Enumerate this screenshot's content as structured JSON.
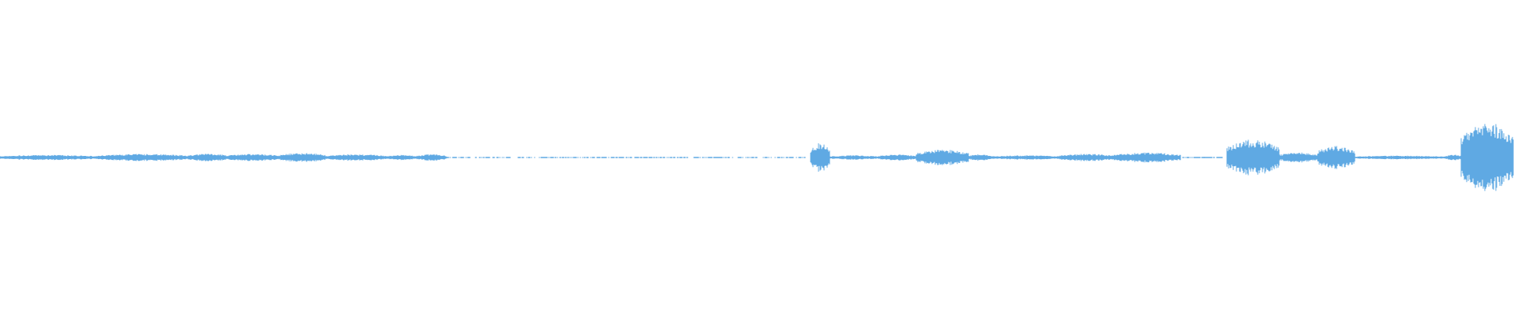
{
  "waveform": {
    "color": "#5fa9e3",
    "background": "#ffffff",
    "segments": [
      {
        "start": 0.0,
        "end": 0.065,
        "level": 0.07
      },
      {
        "start": 0.065,
        "end": 0.125,
        "level": 0.1
      },
      {
        "start": 0.125,
        "end": 0.15,
        "level": 0.11
      },
      {
        "start": 0.15,
        "end": 0.185,
        "level": 0.1
      },
      {
        "start": 0.185,
        "end": 0.215,
        "level": 0.13
      },
      {
        "start": 0.215,
        "end": 0.255,
        "level": 0.09
      },
      {
        "start": 0.255,
        "end": 0.275,
        "level": 0.07
      },
      {
        "start": 0.275,
        "end": 0.295,
        "level": 0.09
      },
      {
        "start": 0.295,
        "end": 0.535,
        "level": 0.015
      },
      {
        "start": 0.535,
        "end": 0.548,
        "level": 0.4
      },
      {
        "start": 0.548,
        "end": 0.58,
        "level": 0.06
      },
      {
        "start": 0.58,
        "end": 0.605,
        "level": 0.08
      },
      {
        "start": 0.605,
        "end": 0.64,
        "level": 0.22
      },
      {
        "start": 0.64,
        "end": 0.655,
        "level": 0.09
      },
      {
        "start": 0.655,
        "end": 0.7,
        "level": 0.06
      },
      {
        "start": 0.7,
        "end": 0.735,
        "level": 0.1
      },
      {
        "start": 0.735,
        "end": 0.78,
        "level": 0.14
      },
      {
        "start": 0.78,
        "end": 0.81,
        "level": 0.02
      },
      {
        "start": 0.81,
        "end": 0.845,
        "level": 0.5
      },
      {
        "start": 0.845,
        "end": 0.87,
        "level": 0.14
      },
      {
        "start": 0.87,
        "end": 0.895,
        "level": 0.32
      },
      {
        "start": 0.895,
        "end": 0.955,
        "level": 0.05
      },
      {
        "start": 0.955,
        "end": 0.965,
        "level": 0.08
      },
      {
        "start": 0.965,
        "end": 1.0,
        "level": 1.0
      }
    ]
  }
}
